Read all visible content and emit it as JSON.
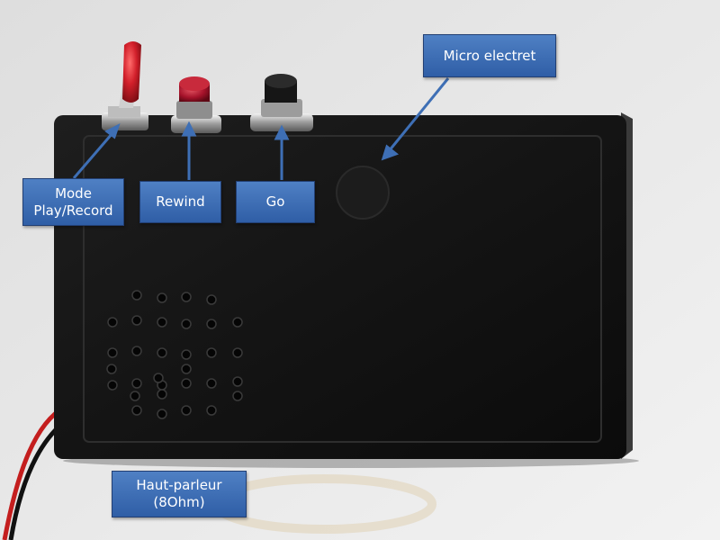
{
  "scene": {
    "background_color": "#e9e9e9",
    "box_color": "#141414",
    "accent_color": "#2f5ea6",
    "components": [
      {
        "name": "toggle-switch",
        "color": "#d11f2a"
      },
      {
        "name": "rewind-push-button",
        "color": "#b0142a"
      },
      {
        "name": "go-push-button",
        "color": "#111111"
      },
      {
        "name": "microphone-hole",
        "color": "#1a1a1a"
      },
      {
        "name": "speaker-grille",
        "hole_count": 32
      },
      {
        "name": "wires",
        "colors": [
          "#c41e1e",
          "#111111"
        ]
      }
    ]
  },
  "labels": {
    "mode_line1": "Mode",
    "mode_line2": "Play/Record",
    "rewind": "Rewind",
    "go": "Go",
    "micro": "Micro electret",
    "speaker_line1": "Haut-parleur",
    "speaker_line2": "(8Ohm)"
  }
}
